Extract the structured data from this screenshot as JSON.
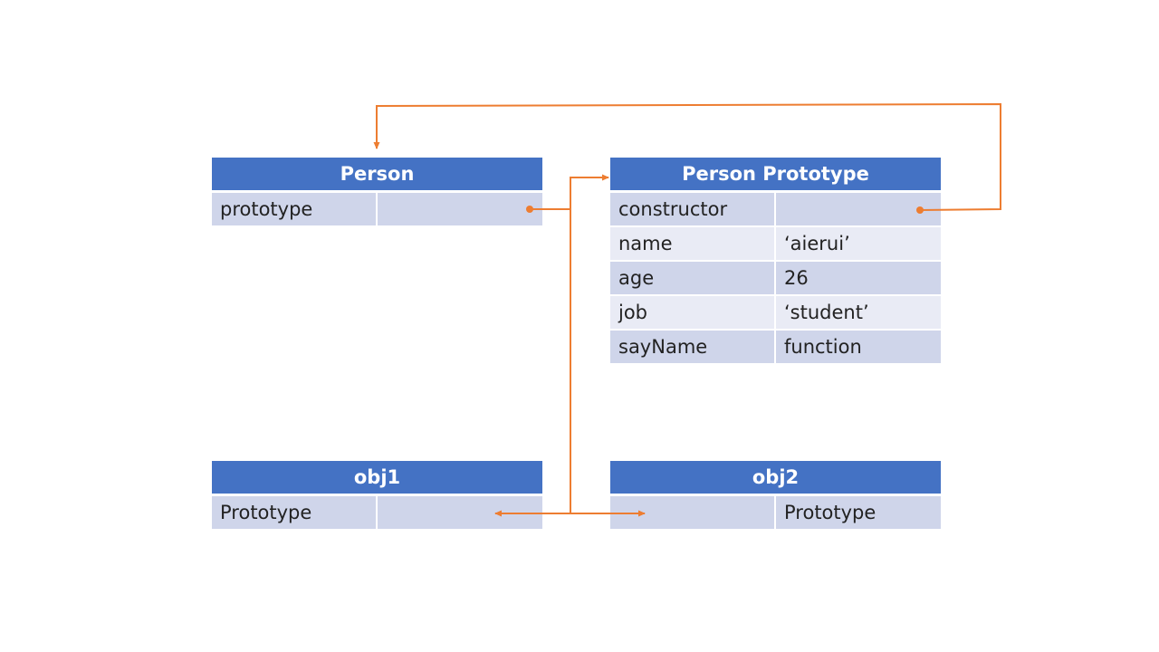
{
  "accent_color": "#ED7D31",
  "header_color": "#4472C4",
  "row_color_dark": "#CFD5EA",
  "row_color_light": "#E9EBF5",
  "person": {
    "title": "Person",
    "rows": [
      {
        "key": "prototype",
        "value": ""
      }
    ]
  },
  "person_prototype": {
    "title": "Person Prototype",
    "rows": [
      {
        "key": "constructor",
        "value": ""
      },
      {
        "key": "name",
        "value": "‘aierui’"
      },
      {
        "key": "age",
        "value": "26"
      },
      {
        "key": "job",
        "value": "‘student’"
      },
      {
        "key": "sayName",
        "value": "function"
      }
    ]
  },
  "obj1": {
    "title": "obj1",
    "rows": [
      {
        "key": "Prototype",
        "value": ""
      }
    ]
  },
  "obj2": {
    "title": "obj2",
    "rows": [
      {
        "key": "",
        "value": "Prototype"
      }
    ]
  }
}
